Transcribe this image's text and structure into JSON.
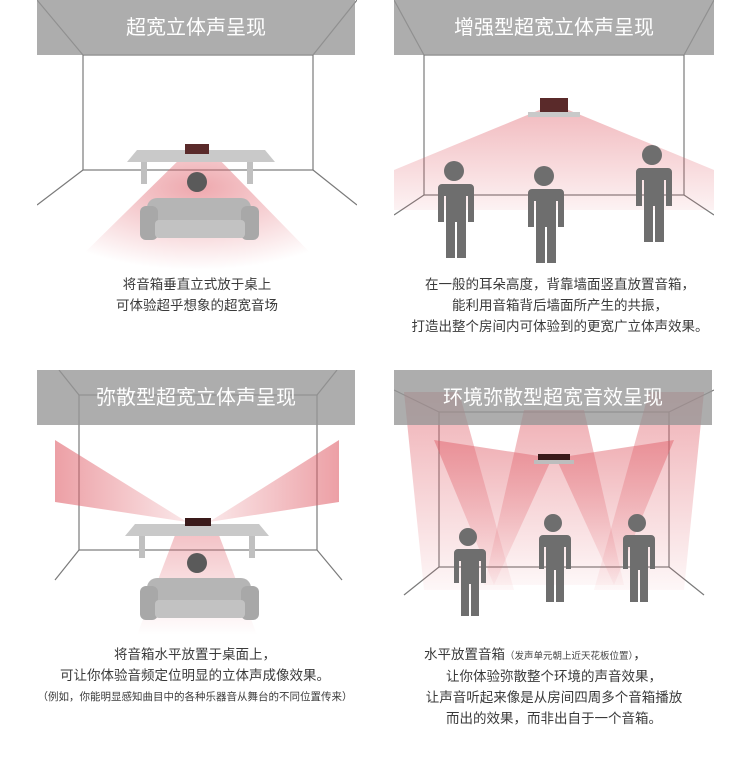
{
  "panels": [
    {
      "title": "超宽立体声呈现",
      "caption": [
        "将音箱垂直立式放于桌上",
        "可体验超乎想象的超宽音场"
      ]
    },
    {
      "title": "增强型超宽立体声呈现",
      "caption": [
        "在一般的耳朵高度，背靠墙面竖直放置音箱，",
        "能利用音箱背后墙面所产生的共振，",
        "打造出整个房间内可体验到的更宽广立体声效果。"
      ]
    },
    {
      "title": "弥散型超宽立体声呈现",
      "caption": [
        "将音箱水平放置于桌面上，",
        "可让你体验音频定位明显的立体声成像效果。"
      ],
      "note": "（例如，你能明显感知曲目中的各种乐器音从舞台的不同位置传来）"
    },
    {
      "title": "环境弥散型超宽音效呈现",
      "caption_first_main": "水平放置音箱",
      "caption_first_small": "（发声单元朝上近天花板位置）",
      "caption_first_tail": "，",
      "caption": [
        "让你体验弥散整个环境的声音效果，",
        "让声音听起来像是从房间四周多个音箱播放",
        "而出的效果，而非出自于一个音箱。"
      ]
    }
  ],
  "colors": {
    "banner": "#969696",
    "wall_line": "#7a7a7a",
    "sound_red": "#e0606a",
    "speaker": "#5a2a2a",
    "person": "#6e6e6e",
    "furniture": "#bdbdbd"
  }
}
